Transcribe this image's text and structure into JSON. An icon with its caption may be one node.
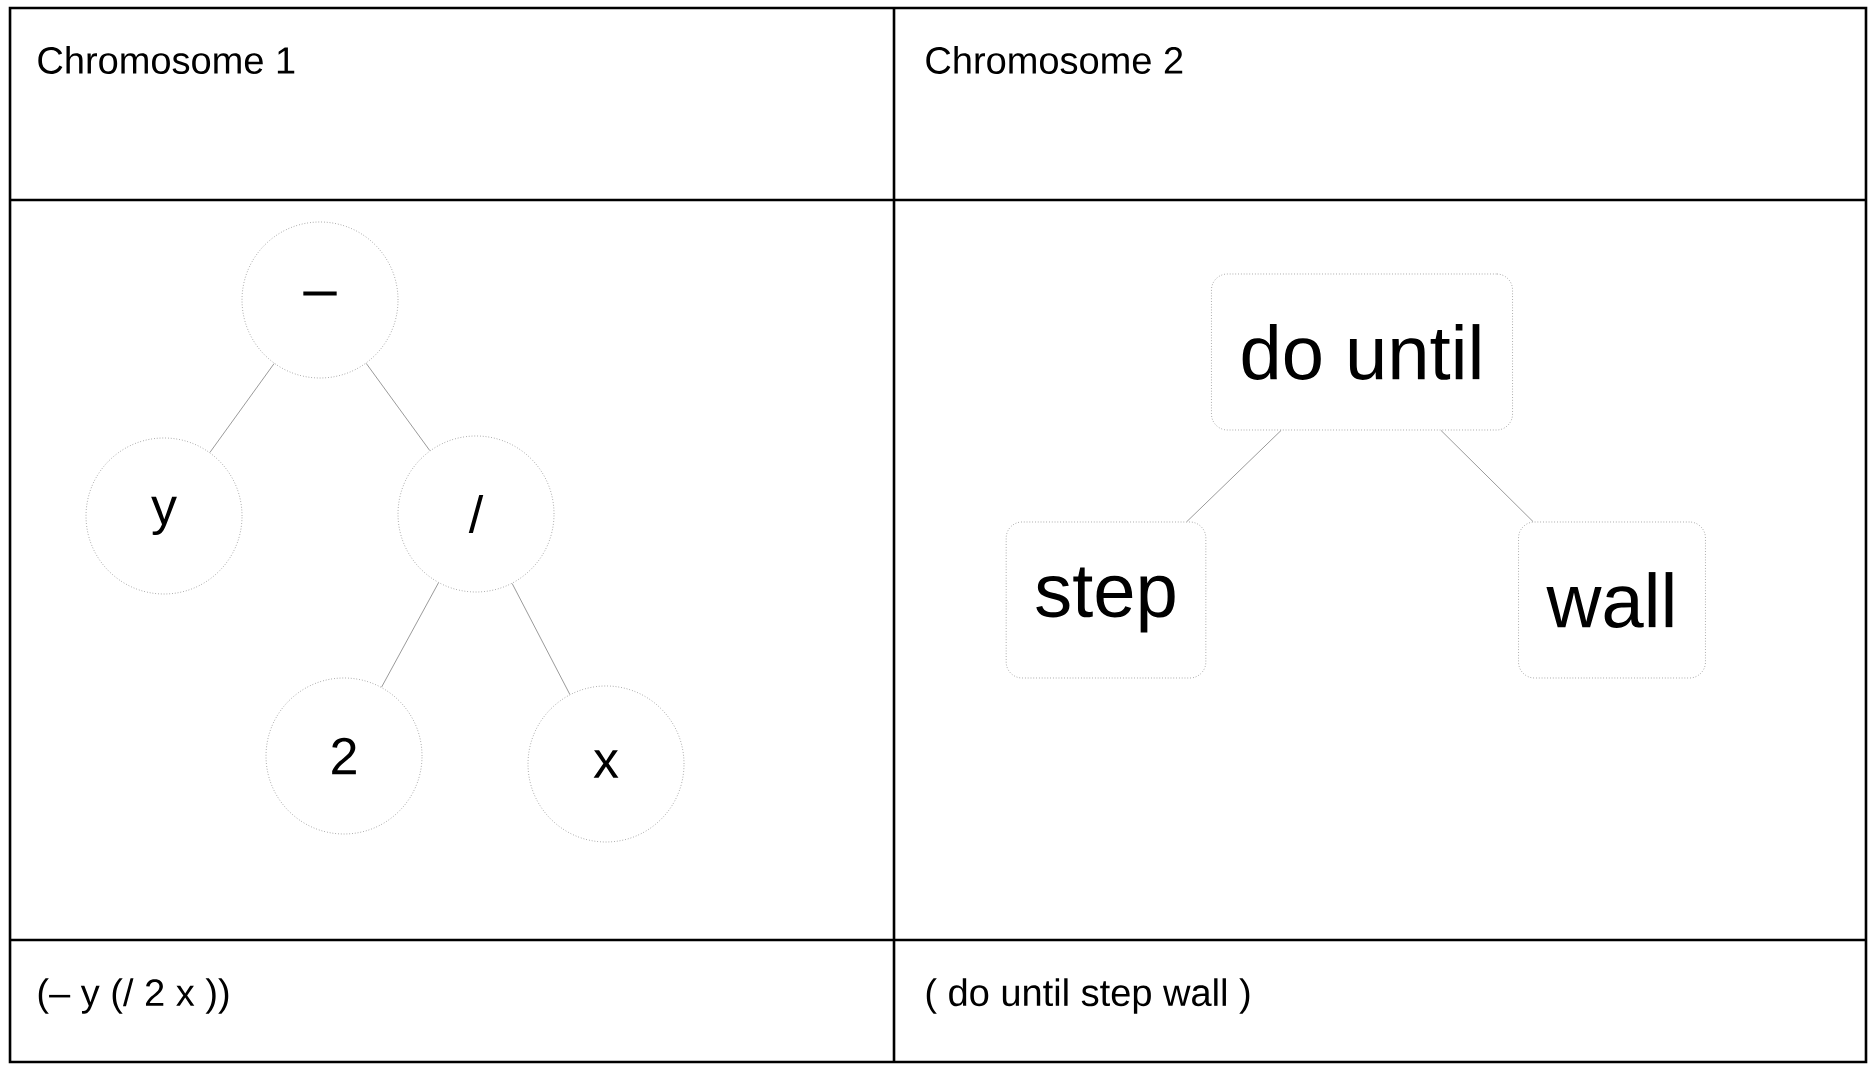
{
  "diagram": {
    "nodes": [
      {
        "text": [
          "–"
        ]
      },
      {
        "text": [
          "y"
        ]
      },
      {
        "text": [
          "/"
        ]
      },
      {
        "text": [
          "2"
        ]
      },
      {
        "text": [
          "x"
        ]
      },
      {
        "text": [
          "do until"
        ]
      },
      {
        "text": [
          "step"
        ]
      },
      {
        "text": [
          "wall"
        ]
      }
    ],
    "edges": [
      {
        "from": 0,
        "to": 1,
        "arrow": "none"
      },
      {
        "from": 0,
        "to": 2,
        "arrow": "none"
      },
      {
        "from": 2,
        "to": 3,
        "arrow": "none"
      },
      {
        "from": 2,
        "to": 4,
        "arrow": "none"
      },
      {
        "from": 5,
        "to": 6,
        "arrow": "none"
      },
      {
        "from": 5,
        "to": 7,
        "arrow": "none"
      }
    ],
    "labels": [
      "Chromosome 1",
      "Chromosome 2",
      "(– y  (/ 2 x ))",
      "( do until  step  wall )"
    ]
  }
}
